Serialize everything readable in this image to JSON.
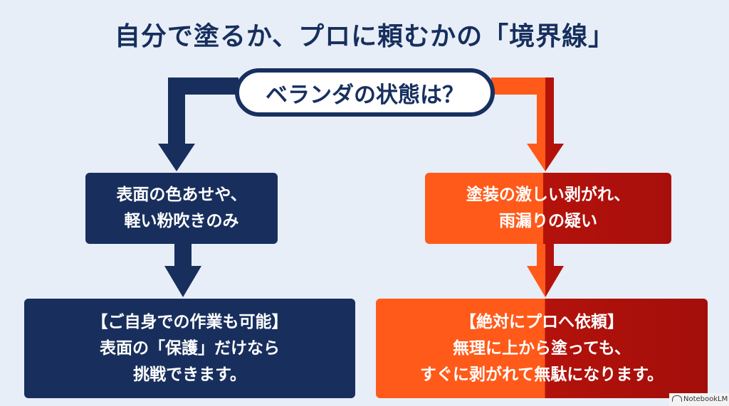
{
  "title": "自分で塗るか、プロに頼むかの「境界線」",
  "question": "ベランダの状態は？",
  "left": {
    "condition_lines": [
      "表面の色あせや、",
      "軽い粉吹きのみ"
    ],
    "result_lines": [
      "【ご自身での作業も可能】",
      "表面の「保護」だけなら",
      "挑戦できます。"
    ]
  },
  "right": {
    "condition_lines": [
      "塗装の激しい剥がれ、",
      "雨漏りの疑い"
    ],
    "result_lines": [
      "【絶対にプロへ依頼】",
      "無理に上から塗っても、",
      "すぐに剥がれて無駄になります。"
    ]
  },
  "watermark": "NotebookLM",
  "colors": {
    "background": "#e7eef7",
    "navy": "#182f5d",
    "orange": "#ff5a1a",
    "dark_red": "#a80f0c"
  }
}
